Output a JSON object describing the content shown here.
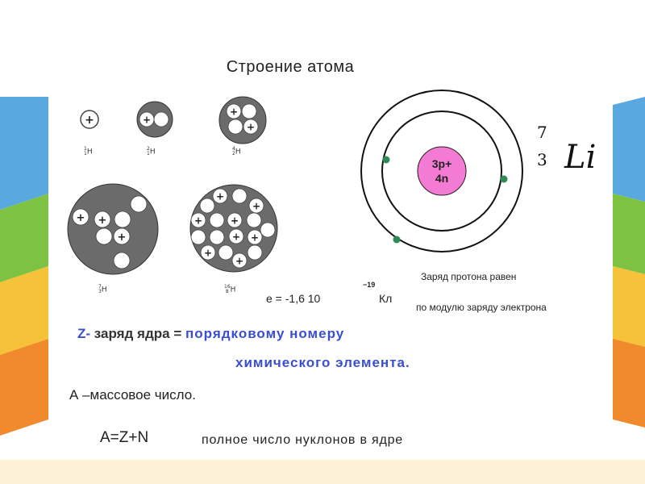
{
  "title": "Строение атома",
  "nuclei": [
    {
      "label_sup": "1",
      "label_sub": "1",
      "label_symbol": "H"
    },
    {
      "label_sup": "2",
      "label_sub": "1",
      "label_symbol": "H"
    },
    {
      "label_sup": "4",
      "label_sub": "2",
      "label_symbol": "H"
    },
    {
      "label_sup": "7",
      "label_sub": "3",
      "label_symbol": "H"
    },
    {
      "label_sup": "16",
      "label_sub": "8",
      "label_symbol": "H"
    }
  ],
  "atom": {
    "nucleus_line1": "3p+",
    "nucleus_line2": "4n",
    "colors": {
      "nucleus": "#f47bd3",
      "electron": "#2e8b57",
      "orbit": "#111111"
    }
  },
  "lithium": {
    "mass": "7",
    "number": "3",
    "symbol": "Li"
  },
  "proton_note_line1": "Заряд протона равен",
  "proton_note_line2": "по модулю заряду электрона",
  "electron_charge": {
    "lhs": "e = -1,6  10",
    "exp": "−19",
    "unit": "Кл"
  },
  "z_line": {
    "z": "Z-",
    "text": "заряд ядра",
    "eq": "=",
    "blue_text": "порядковому   номеру"
  },
  "z_line2": "химического элемента.",
  "a_line": "А –массовое число.",
  "a_formula": "A=Z+N",
  "a_formula_note": "полное число нуклонов в ядре"
}
